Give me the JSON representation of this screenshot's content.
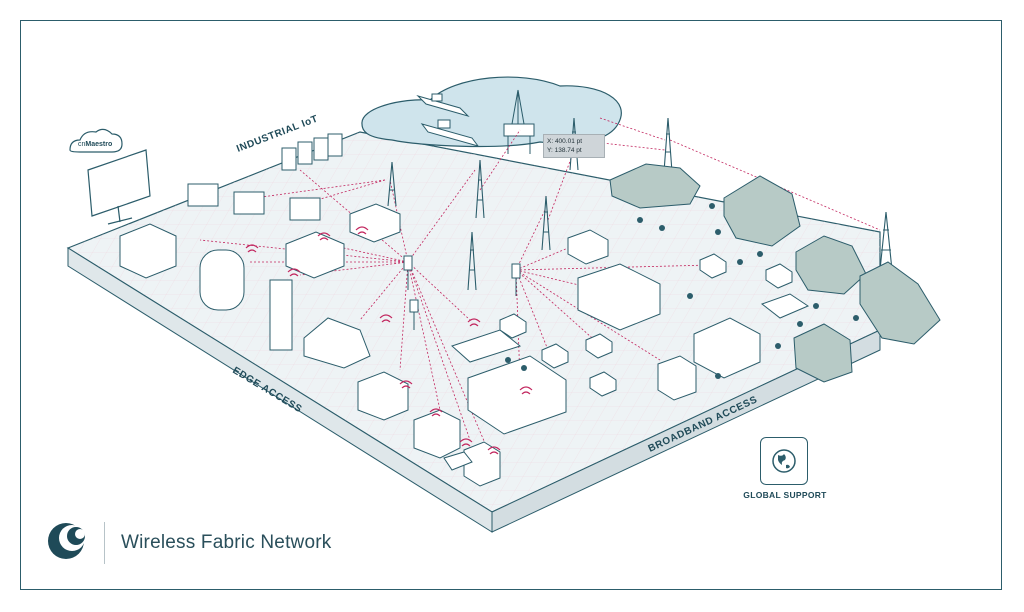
{
  "title": "Wireless Fabric Network",
  "labels": {
    "industrial_iot": "INDUSTRIAL IoT",
    "edge_access": "EDGE ACCESS",
    "broadband_access": "BROADBAND ACCESS",
    "global_support": "GLOBAL SUPPORT"
  },
  "cloud": {
    "prefix": "cn",
    "name": "Maestro"
  },
  "tooltip": {
    "x": "X: 400.01 pt",
    "y": "Y: 138.74 pt"
  },
  "icons": [
    "cambium-logo-icon",
    "globe-icon",
    "cloud-icon",
    "monitor-dashboard-icon",
    "tower-icon",
    "wifi-icon"
  ],
  "colors": {
    "outline": "#2c5d6b",
    "link": "#c2275f",
    "platform": "#e9f0f2",
    "water": "#cfe4ec",
    "mountain": "#a8bdb8"
  }
}
